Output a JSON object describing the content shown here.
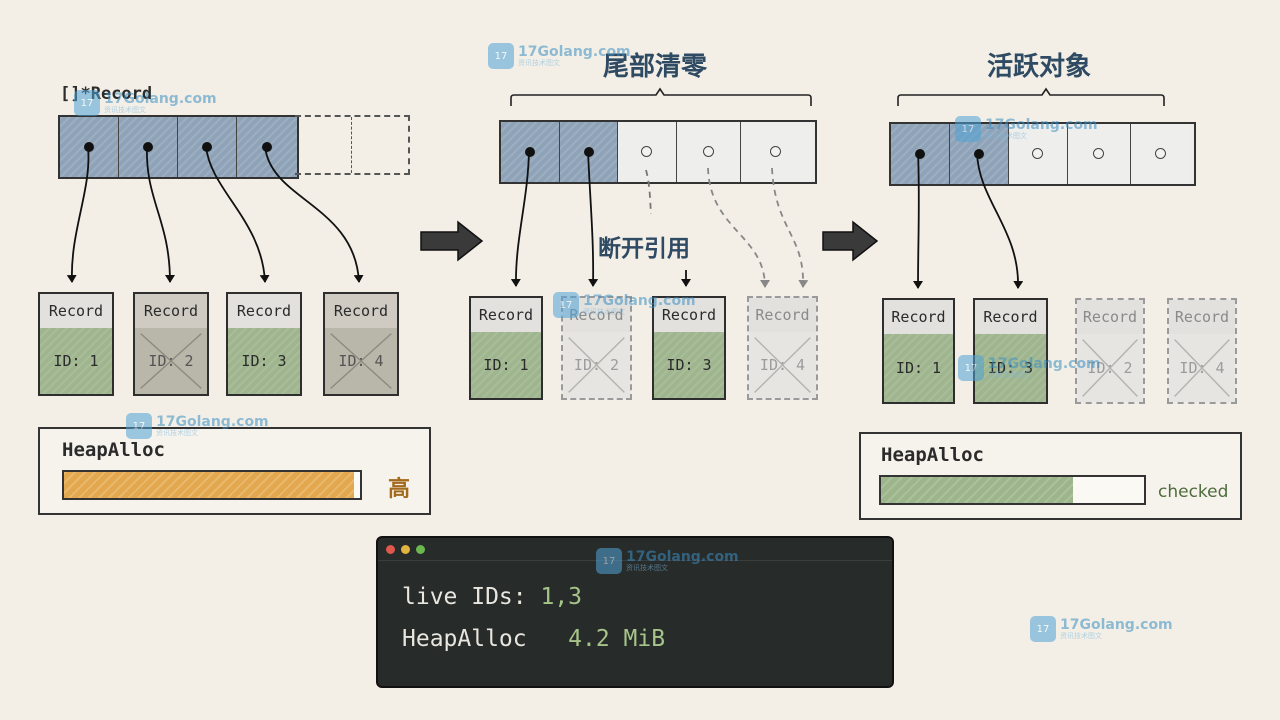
{
  "left": {
    "slice_label": "[]*Record",
    "records": [
      {
        "header": "Record",
        "id": "ID: 1"
      },
      {
        "header": "Record",
        "id": "ID: 2"
      },
      {
        "header": "Record",
        "id": "ID: 3"
      },
      {
        "header": "Record",
        "id": "ID: 4"
      }
    ],
    "heap": {
      "label": "HeapAlloc",
      "level": "高",
      "fill_fraction": 0.98
    }
  },
  "middle": {
    "title": "尾部清零",
    "annotation": "断开引用",
    "records": [
      {
        "header": "Record",
        "id": "ID: 1"
      },
      {
        "header": "Record",
        "id": "ID: 2"
      },
      {
        "header": "Record",
        "id": "ID: 3"
      },
      {
        "header": "Record",
        "id": "ID: 4"
      }
    ]
  },
  "right": {
    "title": "活跃对象",
    "records": [
      {
        "header": "Record",
        "id": "ID: 1"
      },
      {
        "header": "Record",
        "id": "ID: 3"
      },
      {
        "header": "Record",
        "id": "ID: 2"
      },
      {
        "header": "Record",
        "id": "ID: 4"
      }
    ],
    "heap": {
      "label": "HeapAlloc",
      "status": "checked",
      "fill_fraction": 0.73
    }
  },
  "terminal": {
    "live_label": "live IDs:",
    "live_value": "1,3",
    "heap_label": "HeapAlloc",
    "heap_value": "4.2 MiB"
  },
  "watermark": {
    "site": "17Golang.com",
    "tagline": "资讯技术图文"
  },
  "colors": {
    "slot_filled": "#8ea3b7",
    "record_live": "#9fb58e",
    "heap_high": "#e3a84e",
    "heap_ok": "#9db58b",
    "title": "#2f4a63"
  }
}
